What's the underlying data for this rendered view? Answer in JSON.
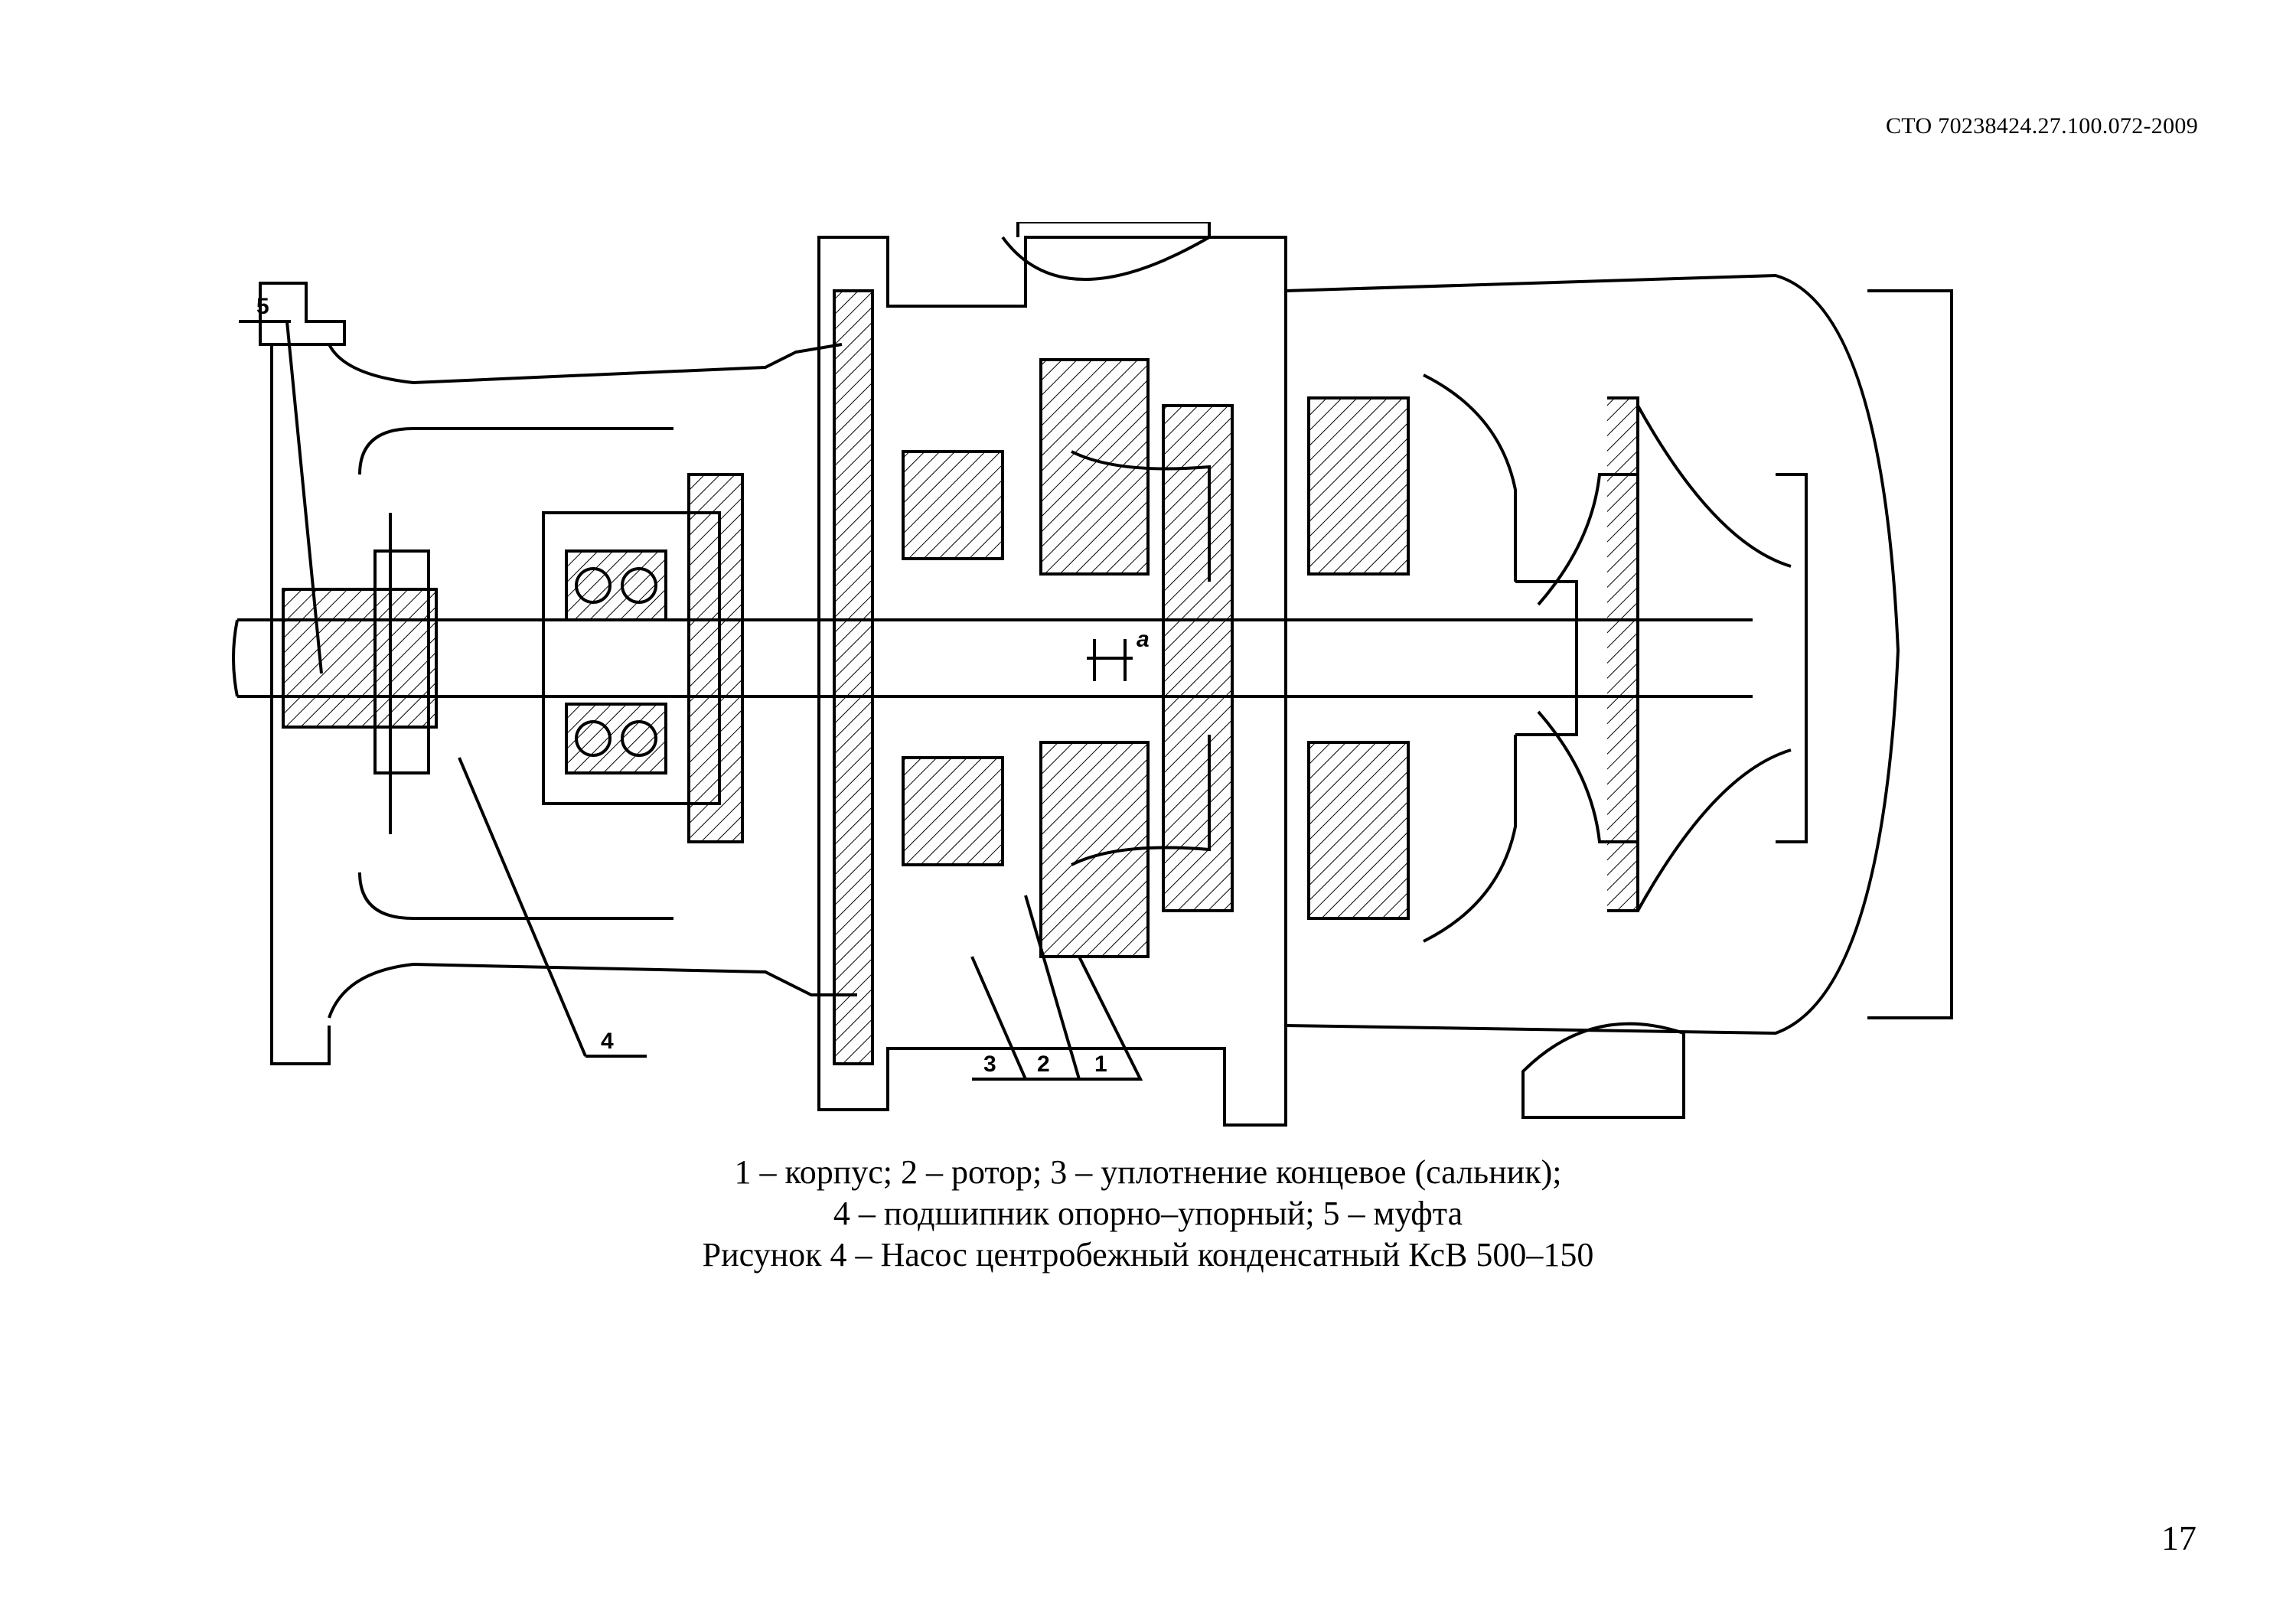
{
  "header": {
    "doc_code": "СТО 70238424.27.100.072-2009"
  },
  "figure": {
    "part_labels": [
      "5",
      "4",
      "3",
      "2",
      "1"
    ],
    "gap_label": "a"
  },
  "caption": {
    "line1": "1 – корпус; 2 – ротор; 3 – уплотнение концевое (сальник);",
    "line2": "4 – подшипник опорно–упорный; 5 – муфта",
    "line3": "Рисунок 4 – Насос центробежный конденсатный КсВ 500–150"
  },
  "footer": {
    "page_number": "17"
  }
}
